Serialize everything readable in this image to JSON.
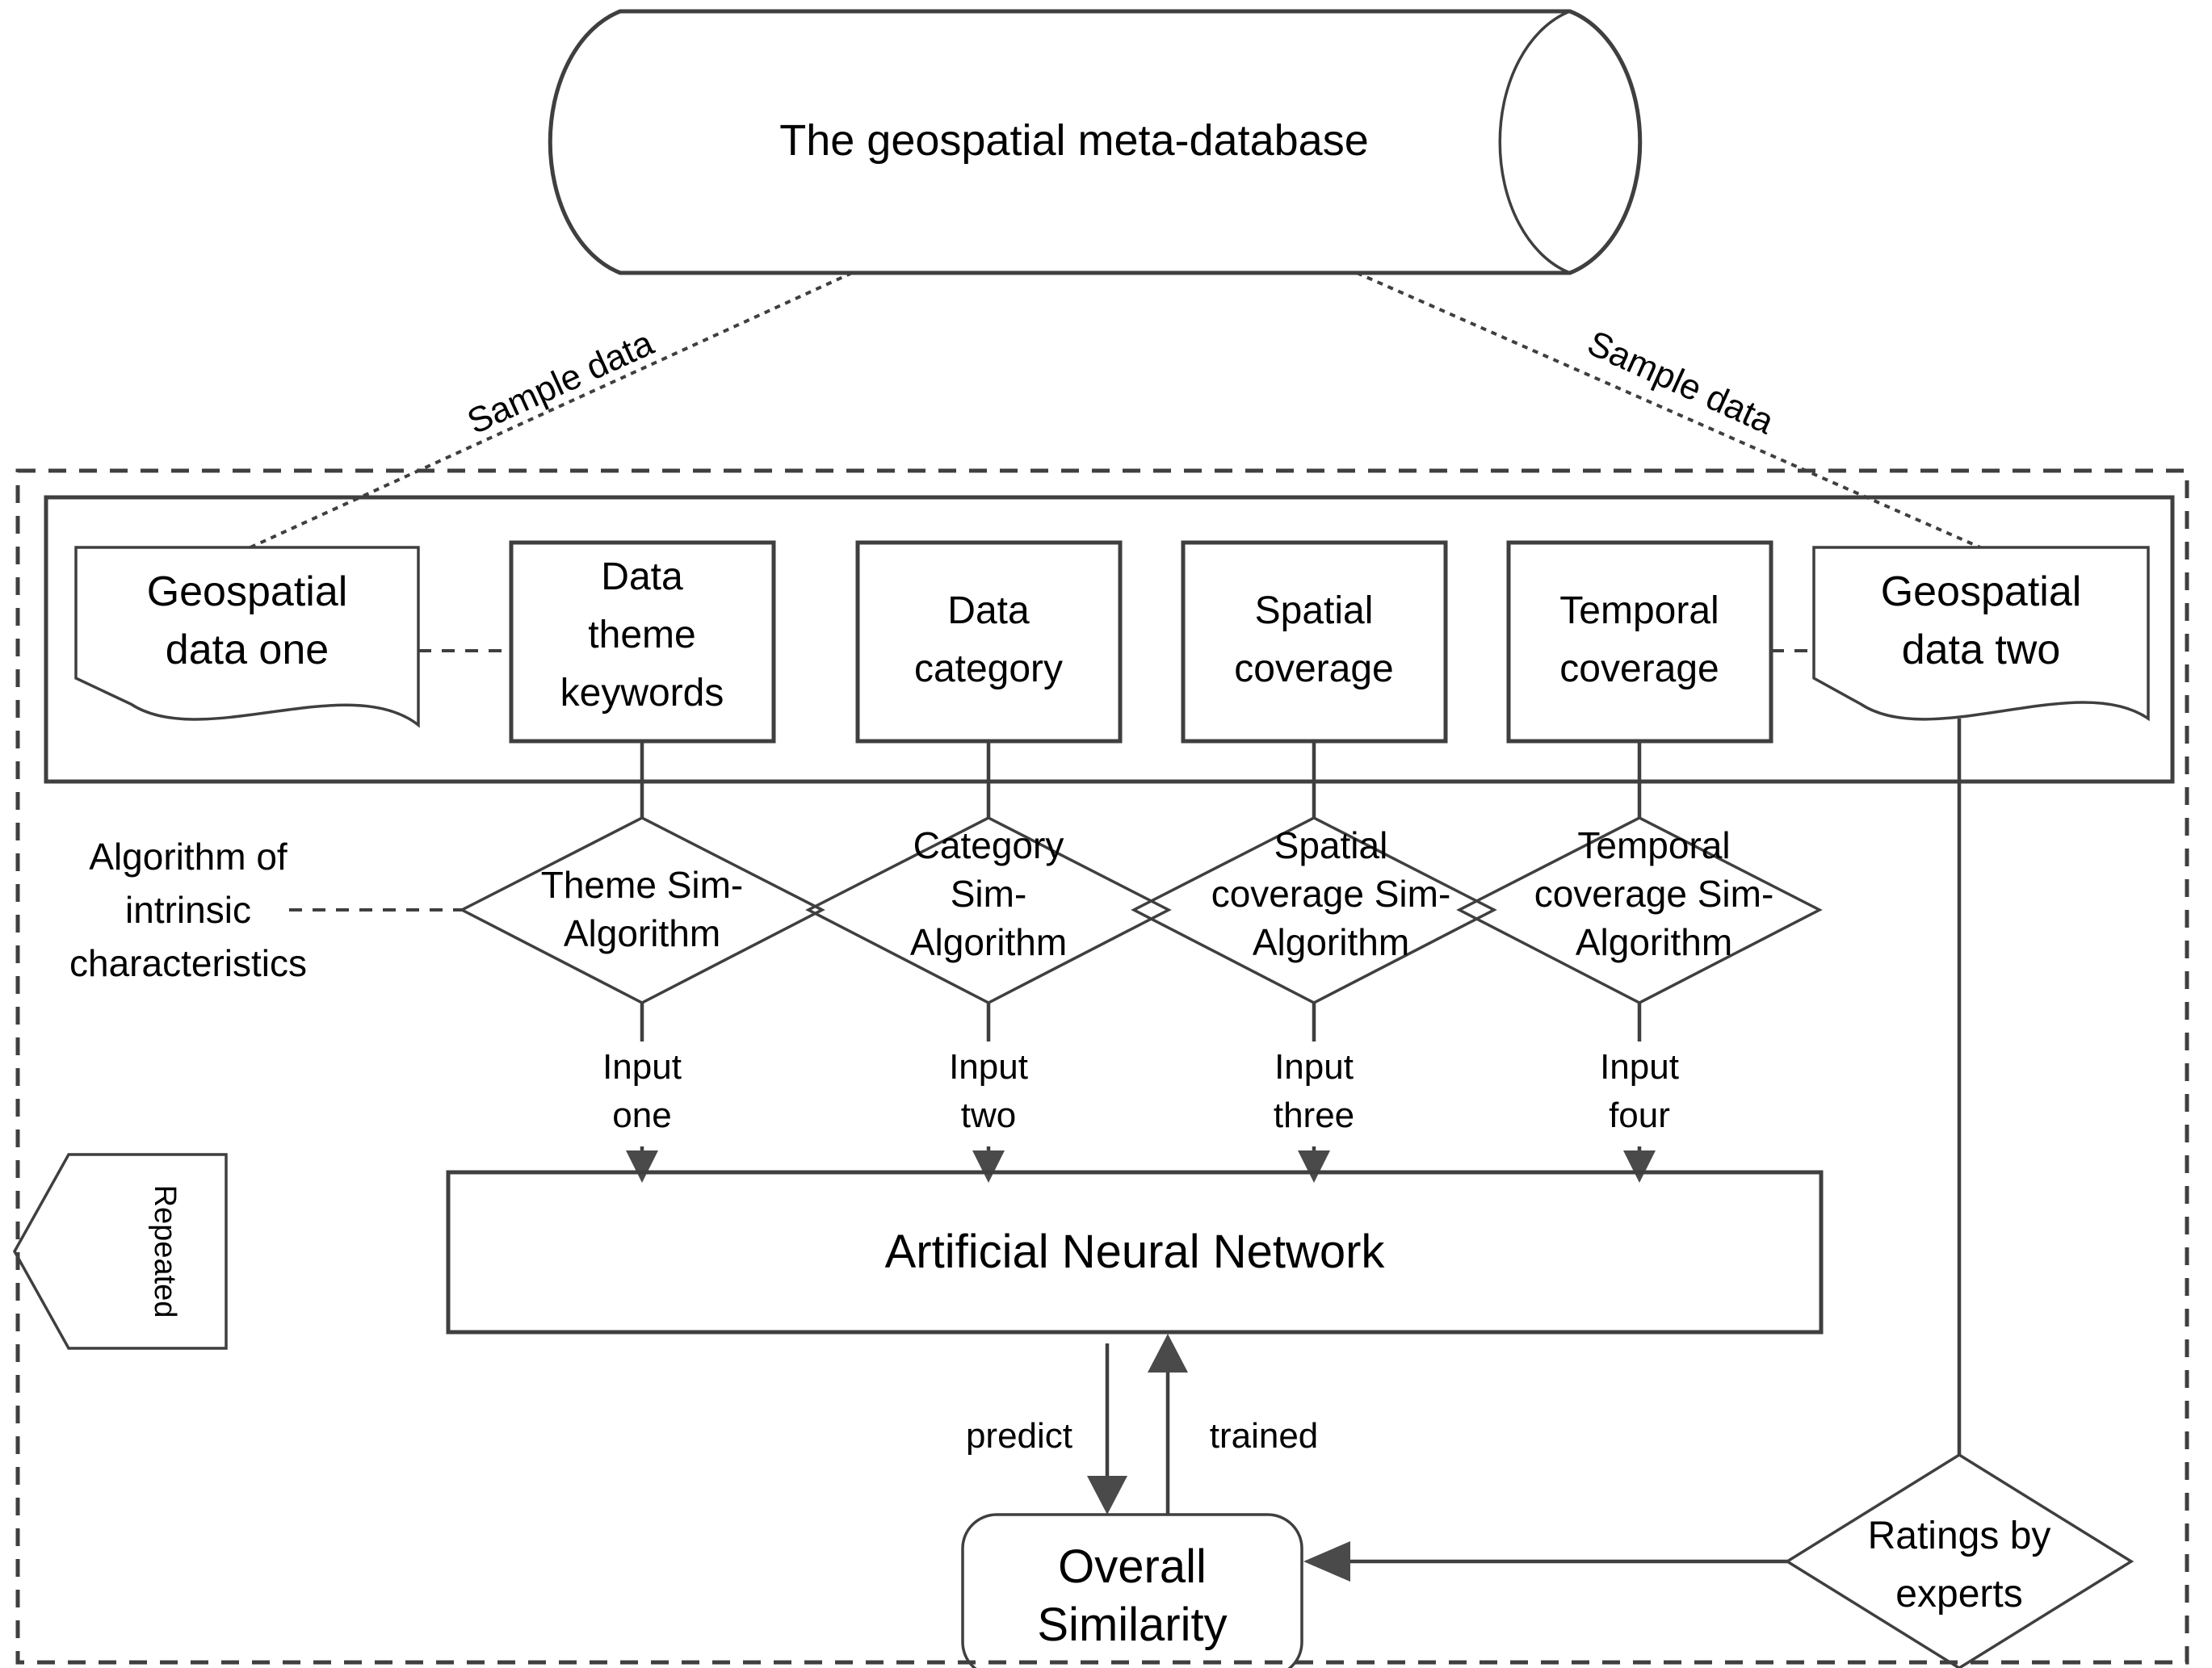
{
  "diagram": {
    "title": "Geospatial data similarity computation workflow",
    "database": {
      "label": "The geospatial meta-database",
      "shape": "cylinder"
    },
    "edges": {
      "sample_data_left": "Sample data",
      "sample_data_right": "Sample data",
      "input_one": "Input one",
      "input_two": "Input two",
      "input_three": "Input three",
      "input_four": "Input four",
      "predict": "predict",
      "trained": "trained"
    },
    "annotations": {
      "algorithm_of_intrinsic_characteristics": "Algorithm of intrinsic characteristics",
      "repeated": "Repeated"
    },
    "data_shapes": [
      {
        "id": "geospatial-data-one",
        "label": "Geospatial data one",
        "shape": "document"
      },
      {
        "id": "geospatial-data-two",
        "label": "Geospatial data two",
        "shape": "document"
      }
    ],
    "attribute_boxes": [
      {
        "id": "data-theme-keywords",
        "label": "Data theme keywords"
      },
      {
        "id": "data-category",
        "label": "Data category"
      },
      {
        "id": "spatial-coverage",
        "label": "Spatial coverage"
      },
      {
        "id": "temporal-coverage",
        "label": "Temporal coverage"
      }
    ],
    "algorithm_diamonds": [
      {
        "id": "theme-sim-algorithm",
        "label": "Theme Sim-Algorithm",
        "lines": [
          "Theme Sim-",
          "Algorithm"
        ]
      },
      {
        "id": "category-sim-algorithm",
        "label": "Category Sim-Algorithm",
        "lines": [
          "Category",
          "Sim-",
          "Algorithm"
        ]
      },
      {
        "id": "spatial-coverage-sim-algorithm",
        "label": "Spatial coverage Sim-Algorithm",
        "lines": [
          "Spatial",
          "coverage Sim-",
          "Algorithm"
        ]
      },
      {
        "id": "temporal-coverage-sim-algorithm",
        "label": "Temporal coverage Sim-Algorithm",
        "lines": [
          "Temporal",
          "coverage Sim-",
          "Algorithm"
        ]
      }
    ],
    "neural_network": {
      "id": "artificial-neural-network",
      "label": "Artificial Neural Network"
    },
    "overall_similarity": {
      "id": "overall-similarity",
      "lines": [
        "Overall",
        "Similarity"
      ],
      "label": "Overall Similarity"
    },
    "ratings": {
      "id": "ratings-by-experts",
      "lines": [
        "Ratings by",
        "experts"
      ],
      "label": "Ratings by experts"
    },
    "colors": {
      "stroke": "#3f3f3f",
      "text": "#000000",
      "background": "#ffffff",
      "arrow_fill": "#4a4a4a"
    }
  }
}
